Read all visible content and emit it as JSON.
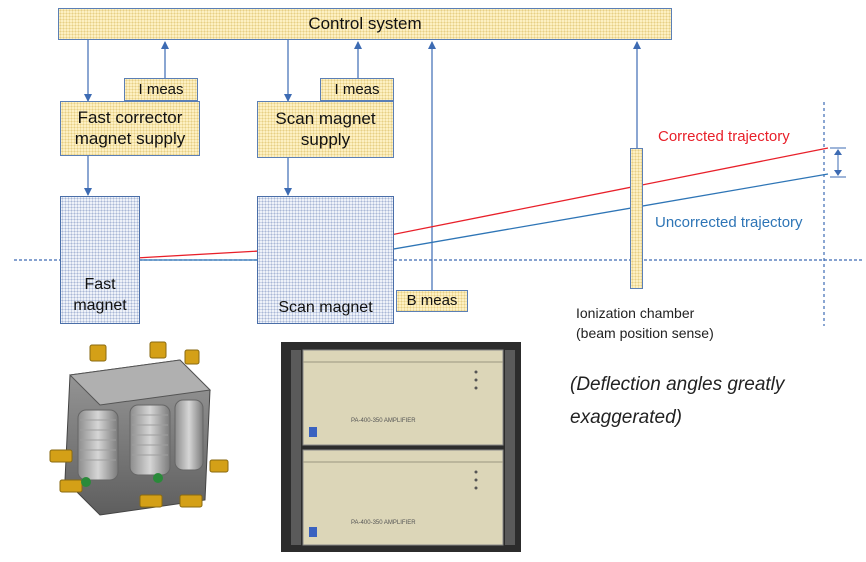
{
  "control_system": "Control system",
  "fast_supply": {
    "line1": "Fast corrector",
    "line2": "magnet supply"
  },
  "scan_supply": {
    "line1": "Scan magnet",
    "line2": "supply"
  },
  "i_meas_1": "I meas",
  "i_meas_2": "I meas",
  "b_meas": "B meas",
  "fast_magnet": {
    "line1": "Fast",
    "line2": "magnet"
  },
  "scan_magnet": "Scan magnet",
  "corrected": "Corrected trajectory",
  "uncorrected": "Uncorrected trajectory",
  "ion_chamber": {
    "line1": "Ionization chamber",
    "line2": "(beam position sense)"
  },
  "note": {
    "line1": "(Deflection angles greatly",
    "line2": "exaggerated)"
  },
  "amplifier_label": "PA-400-350 AMPLIFIER",
  "colors": {
    "corrected": "#e8202a",
    "uncorrected": "#2e75b6",
    "arrow": "#3d6bb3",
    "box_fill": "#fdf0c2"
  }
}
